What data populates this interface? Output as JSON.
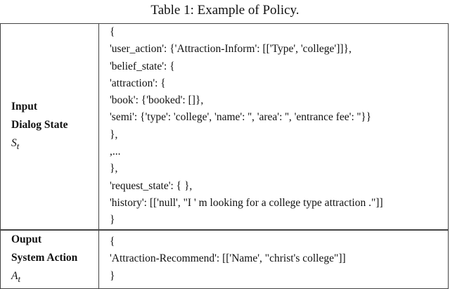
{
  "caption": "Table 1: Example of Policy.",
  "rows": [
    {
      "label1": "Input",
      "label2": "Dialog State",
      "symbol": "S",
      "sub": "t",
      "lines": [
        "{",
        "'user_action': {'Attraction-Inform': [['Type', 'college']]},",
        "'belief_state': {",
        "'attraction': {",
        "'book': {'booked': []},",
        "'semi': {'type': 'college', 'name': '', 'area': '', 'entrance fee': ''}}",
        "},",
        ",...",
        "},",
        "'request_state': { },",
        "'history': [['null', \"I ' m looking for a college type attraction .\"]]",
        "}"
      ]
    },
    {
      "label1": "Ouput",
      "label2": "System Action",
      "symbol": "A",
      "sub": "t",
      "lines": [
        "{",
        "'Attraction-Recommend': [['Name', \"christ's college\"]]",
        "}"
      ]
    }
  ]
}
